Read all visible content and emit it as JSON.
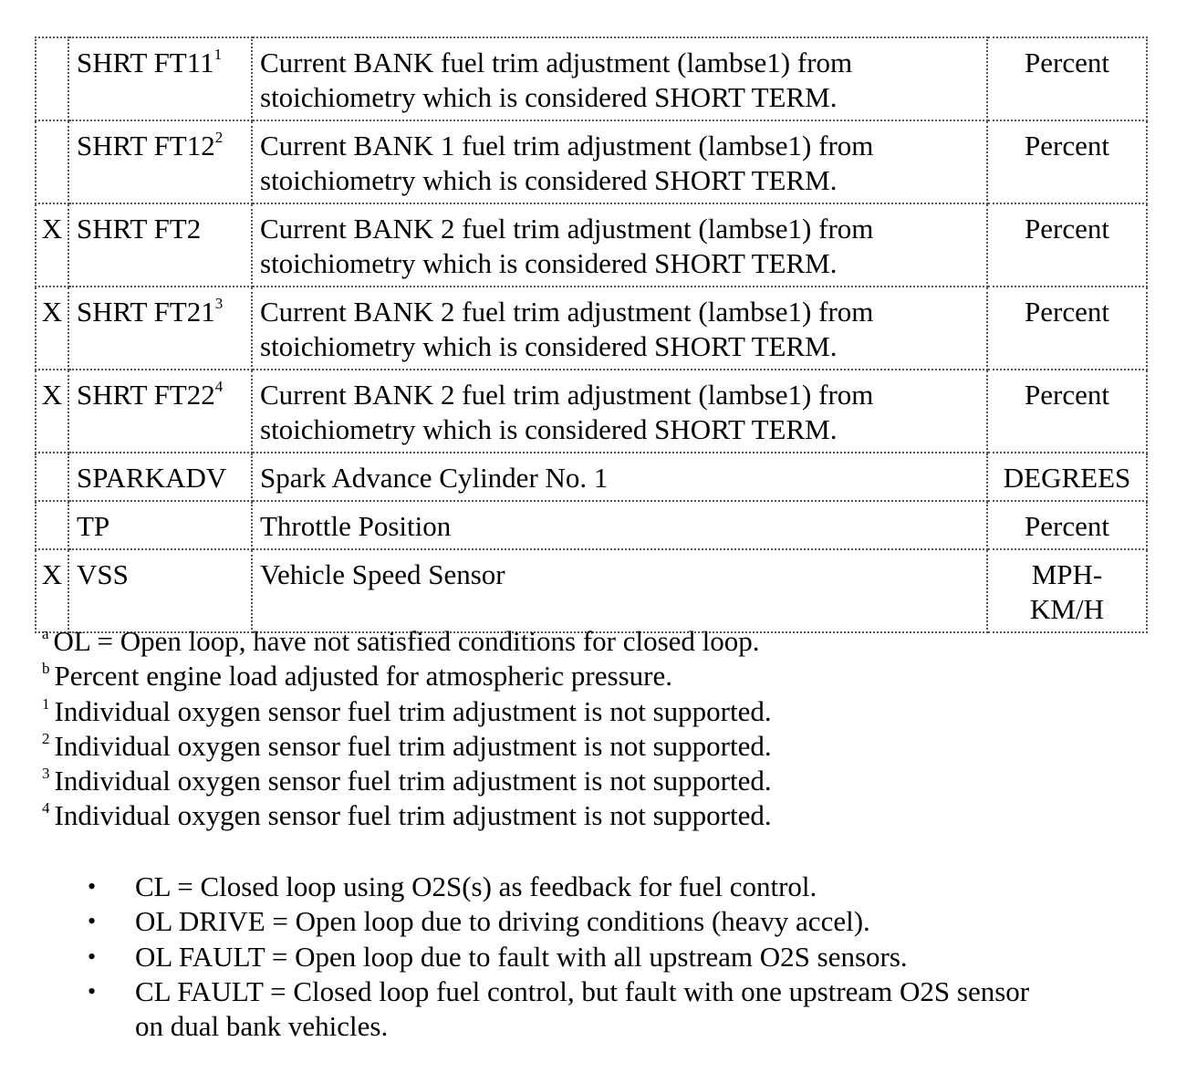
{
  "table": {
    "rows": [
      {
        "mark": "",
        "pid": "SHRT FT11",
        "pid_sup": "1",
        "desc_line1": "Current BANK fuel trim adjustment (lambse1) from",
        "desc_line2": "stoichiometry which is considered SHORT TERM.",
        "unit_line1": "Percent",
        "unit_line2": ""
      },
      {
        "mark": "",
        "pid": "SHRT FT12",
        "pid_sup": "2",
        "desc_line1": "Current BANK 1 fuel trim adjustment (lambse1) from",
        "desc_line2": "stoichiometry which is considered SHORT TERM.",
        "unit_line1": "Percent",
        "unit_line2": ""
      },
      {
        "mark": "X",
        "pid": "SHRT FT2",
        "pid_sup": "",
        "desc_line1": "Current BANK 2 fuel trim adjustment (lambse1) from",
        "desc_line2": "stoichiometry which is considered SHORT TERM.",
        "unit_line1": "Percent",
        "unit_line2": ""
      },
      {
        "mark": "X",
        "pid": "SHRT FT21",
        "pid_sup": "3",
        "desc_line1": "Current BANK 2 fuel trim adjustment (lambse1) from",
        "desc_line2": "stoichiometry which is considered SHORT TERM.",
        "unit_line1": "Percent",
        "unit_line2": ""
      },
      {
        "mark": "X",
        "pid": "SHRT FT22",
        "pid_sup": "4",
        "desc_line1": "Current BANK 2 fuel trim adjustment (lambse1) from",
        "desc_line2": "stoichiometry which is considered SHORT TERM.",
        "unit_line1": "Percent",
        "unit_line2": ""
      },
      {
        "mark": "",
        "pid": "SPARKADV",
        "pid_sup": "",
        "desc_line1": "Spark Advance Cylinder No. 1",
        "desc_line2": "",
        "unit_line1": "DEGREES",
        "unit_line2": ""
      },
      {
        "mark": "",
        "pid": "TP",
        "pid_sup": "",
        "desc_line1": "Throttle Position",
        "desc_line2": "",
        "unit_line1": "Percent",
        "unit_line2": ""
      },
      {
        "mark": "X",
        "pid": "VSS",
        "pid_sup": "",
        "desc_line1": "Vehicle Speed Sensor",
        "desc_line2": "",
        "unit_line1": "MPH-",
        "unit_line2": "KM/H"
      }
    ]
  },
  "footnotes": [
    {
      "marker": "a",
      "text": "OL = Open loop, have not satisfied conditions for closed loop."
    },
    {
      "marker": "b",
      "text": "Percent engine load adjusted for atmospheric pressure."
    },
    {
      "marker": "1",
      "text": "Individual oxygen sensor fuel trim adjustment is not supported."
    },
    {
      "marker": "2",
      "text": "Individual oxygen sensor fuel trim adjustment is not supported."
    },
    {
      "marker": "3",
      "text": "Individual oxygen sensor fuel trim adjustment is not supported."
    },
    {
      "marker": "4",
      "text": "Individual oxygen sensor fuel trim adjustment is not supported."
    }
  ],
  "legend": {
    "bullet": "•",
    "items": [
      {
        "line1": "CL = Closed loop using O2S(s) as feedback for fuel control.",
        "line2": ""
      },
      {
        "line1": "OL DRIVE = Open loop due to driving conditions (heavy accel).",
        "line2": ""
      },
      {
        "line1": "OL FAULT = Open loop due to fault with all upstream O2S sensors.",
        "line2": ""
      },
      {
        "line1": "CL FAULT = Closed loop fuel control, but fault with one upstream O2S sensor",
        "line2": "on dual bank vehicles."
      }
    ]
  }
}
